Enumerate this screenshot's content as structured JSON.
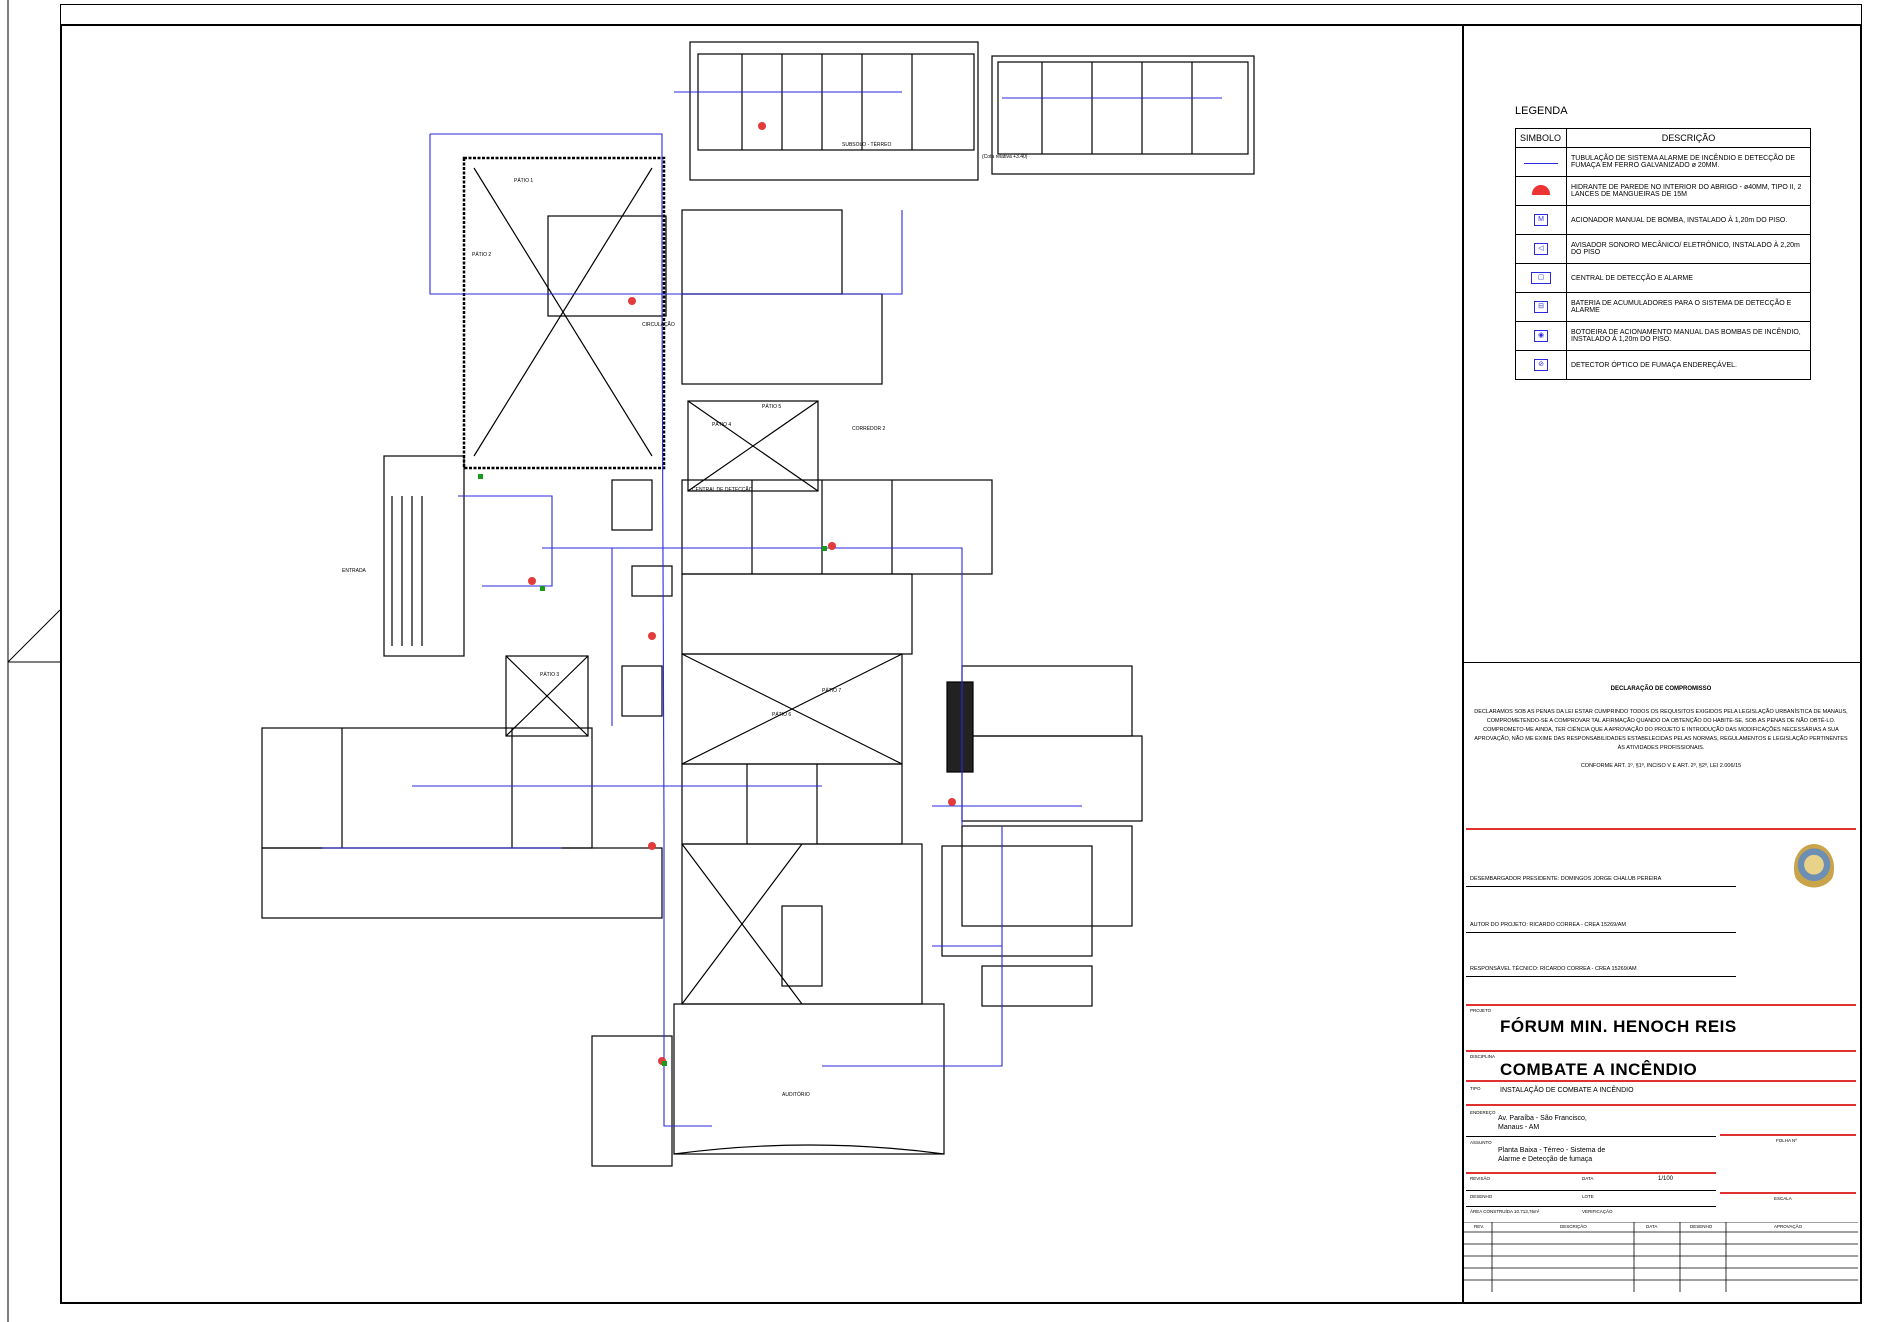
{
  "legend": {
    "title": "LEGENDA",
    "col_symbol": "SIMBOLO",
    "col_description": "DESCRIÇÃO",
    "items": [
      {
        "icon": "blue-line-icon",
        "text": "TUBULAÇÃO DE SISTEMA ALARME DE INCÊNDIO E DETECÇÃO DE FUMAÇA EM FERRO GALVANIZADO ø 20MM."
      },
      {
        "icon": "wall-hydrant-icon",
        "text": "HIDRANTE DE PAREDE NO INTERIOR DO ABRIGO - ø40MM, TIPO II, 2 LANCES DE MANGUEIRAS DE 15M"
      },
      {
        "icon": "pump-button-icon",
        "text": "ACIONADOR MANUAL DE BOMBA, INSTALADO À 1,20m DO PISO."
      },
      {
        "icon": "sounder-icon",
        "text": "AVISADOR SONORO MECÂNICO/ ELETRÔNICO, INSTALADO À 2,20m DO PISO"
      },
      {
        "icon": "control-panel-icon",
        "text": "CENTRAL DE DETECÇÃO E ALARME"
      },
      {
        "icon": "battery-icon",
        "text": "BATERIA DE ACUMULADORES PARA O SISTEMA DE DETECÇÃO E ALARME"
      },
      {
        "icon": "pump-pushbutton-icon",
        "text": "BOTOEIRA DE ACIONAMENTO MANUAL DAS BOMBAS DE INCÊNDIO, INSTALADO À 1,20m DO PISO."
      },
      {
        "icon": "smoke-detector-icon",
        "text": "DETECTOR ÓPTICO DE FUMAÇA ENDEREÇÁVEL."
      }
    ]
  },
  "declaration": {
    "title": "DECLARAÇÃO DE COMPROMISSO",
    "body": "DECLARAMOS SOB AS PENAS DA LEI ESTAR CUMPRINDO TODOS OS REQUISITOS EXIGIDOS PELA LEGISLAÇÃO URBANÍSTICA DE MANAUS, COMPROMETENDO-SE A COMPROVAR TAL AFIRMAÇÃO QUANDO DA OBTENÇÃO DO HABITE-SE, SOB AS PENAS DE NÃO OBTÊ-LO. COMPROMETO-ME AINDA, TER CIÊNCIA QUE A APROVAÇÃO DO PROJETO E INTRODUÇÃO DAS MODIFICAÇÕES NECESSÁRIAS A SUA APROVAÇÃO, NÃO ME EXIME DAS RESPONSABILIDADES ESTABELECIDAS PELAS NORMAS, REGULAMENTOS E LEGISLAÇÃO PERTINENTES ÀS ATIVIDADES PROFISSIONAIS.",
    "reference": "CONFORME ART. 1º, §1º, INCISO V E ART. 2º, §2º, LEI 2.006/15"
  },
  "signatures": {
    "president": "DESEMBARGADOR PRESIDENTE: DOMINGOS JORGE CHALUB PEREIRA",
    "author": "AUTOR DO PROJETO: RICARDO CORREA - CREA 15269/AM",
    "technical": "RESPONSÁVEL TÉCNICO: RICARDO CORREA - CREA 15269/AM"
  },
  "title_block": {
    "label_project": "PROJETO",
    "project_name": "FÓRUM MIN. HENOCH REIS",
    "label_discipline": "DISCIPLINA",
    "discipline": "COMBATE A INCÊNDIO",
    "label_subtitle": "TIPO",
    "subtitle": "INSTALAÇÃO DE COMBATE A INCÊNDIO",
    "label_address": "ENDEREÇO",
    "address": "Av. Paraíba - São Francisco, Manaus - AM",
    "label_content": "ASSUNTO",
    "content": "Planta Baixa - Térreo - Sistema de Alarme e Detecção de fumaça",
    "label_sheet": "FOLHA Nº",
    "label_scale": "ESCALA",
    "scale_value": "1/100",
    "label_date": "DATA",
    "label_drawing": "DESENHO",
    "label_lot": "LOTE",
    "label_area": "ÁREA CONSTRUÍDA 10.713,76m²",
    "label_revision": "REVISÃO",
    "label_checked": "VERIFICAÇÃO",
    "revision_headers": [
      "REV.",
      "DESCRIÇÃO",
      "DATA",
      "DESENHO",
      "APROVAÇÃO"
    ]
  },
  "plan": {
    "upper_floor_label": "SUBSOLO - TÉRREO",
    "upper_floor_label_2": "(Cota relativa +3.40)",
    "labels": {
      "patio1": "PÁTIO 1",
      "patio2": "PÁTIO 2",
      "patio3": "PÁTIO 3",
      "patio4": "PÁTIO 4",
      "patio5": "PÁTIO 5",
      "patio6": "PÁTIO 6",
      "patio7": "PÁTIO 7",
      "entrada": "ENTRADA",
      "circulacao": "CIRCULAÇÃO",
      "auditorio": "AUDITÓRIO",
      "central": "CENTRAL DE DETECÇÃO",
      "corredor": "CORREDOR 2"
    }
  },
  "colors": {
    "pipe": "#2a2ae0",
    "hydrant": "#e33b3b",
    "detector": "#1a9a1a",
    "redline": "#e03030"
  }
}
